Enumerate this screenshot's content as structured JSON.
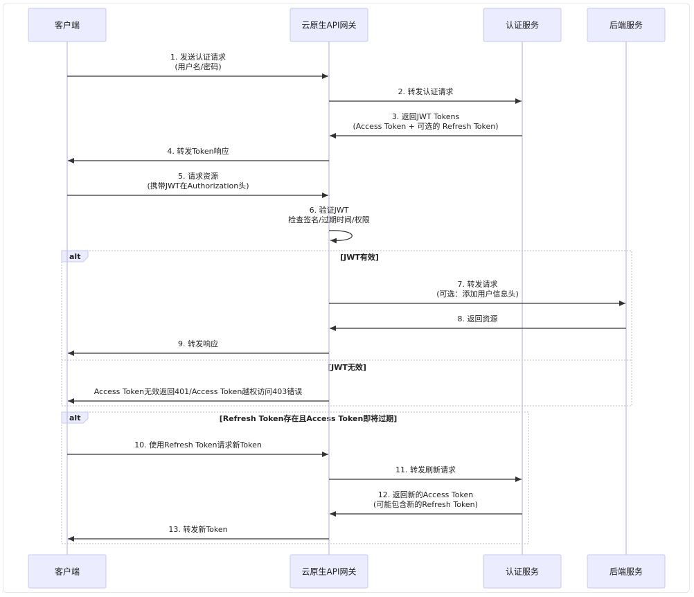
{
  "actors": [
    {
      "id": "client",
      "label": "客户端"
    },
    {
      "id": "gateway",
      "label": "云原生API网关"
    },
    {
      "id": "auth",
      "label": "认证服务"
    },
    {
      "id": "backend",
      "label": "后端服务"
    }
  ],
  "messages": [
    {
      "from": "client",
      "to": "gateway",
      "lines": [
        "1. 发送认证请求",
        "(用户名/密码)"
      ]
    },
    {
      "from": "gateway",
      "to": "auth",
      "lines": [
        "2. 转发认证请求"
      ]
    },
    {
      "from": "auth",
      "to": "gateway",
      "lines": [
        "3. 返回JWT Tokens",
        "(Access Token + 可选的 Refresh Token)"
      ]
    },
    {
      "from": "gateway",
      "to": "client",
      "lines": [
        "4. 转发Token响应"
      ]
    },
    {
      "from": "client",
      "to": "gateway",
      "lines": [
        "5. 请求资源",
        "(携带JWT在Authorization头)"
      ]
    },
    {
      "from": "gateway",
      "to": "gateway",
      "lines": [
        "6. 验证JWT",
        "检查签名/过期时间/权限"
      ]
    },
    {
      "from": "gateway",
      "to": "backend",
      "lines": [
        "7. 转发请求",
        "(可选：添加用户信息头)"
      ]
    },
    {
      "from": "backend",
      "to": "gateway",
      "lines": [
        "8. 返回资源"
      ]
    },
    {
      "from": "gateway",
      "to": "client",
      "lines": [
        "9. 转发响应"
      ]
    },
    {
      "from": "gateway",
      "to": "client",
      "lines": [
        "Access Token无效返回401/Access Token越权访问403错误"
      ]
    },
    {
      "from": "client",
      "to": "gateway",
      "lines": [
        "10. 使用Refresh Token请求新Token"
      ]
    },
    {
      "from": "gateway",
      "to": "auth",
      "lines": [
        "11. 转发刷新请求"
      ]
    },
    {
      "from": "auth",
      "to": "gateway",
      "lines": [
        "12. 返回新的Access Token",
        "(可能包含新的Refresh Token)"
      ]
    },
    {
      "from": "gateway",
      "to": "client",
      "lines": [
        "13. 转发新Token"
      ]
    }
  ],
  "fragments": [
    {
      "kind": "alt",
      "conditions": [
        "[JWT有效]",
        "[JWT无效]"
      ]
    },
    {
      "kind": "alt",
      "conditions": [
        "[Refresh Token存在且Access Token即将过期]"
      ]
    }
  ]
}
